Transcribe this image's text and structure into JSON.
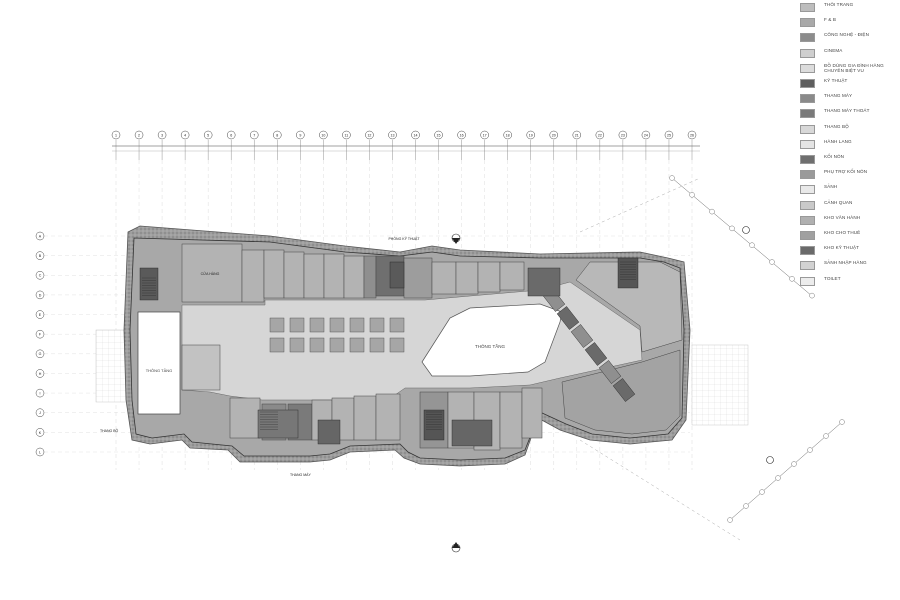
{
  "legend": [
    {
      "label": "THÔI TRANG",
      "color": "#bdbdbd"
    },
    {
      "label": "F & B",
      "color": "#a9a9a9"
    },
    {
      "label": "CÔNG NGHỆ - ĐIỆN",
      "color": "#8c8c8c"
    },
    {
      "label": "CINEMA",
      "color": "#cfcfcf"
    },
    {
      "label": "ĐỒ DÙNG GIA ĐÌNH HÀNG CHUYÊN BIỆT VU",
      "color": "#dcdcdc"
    },
    {
      "label": "KỸ THUẬT",
      "color": "#5e5e5e"
    },
    {
      "label": "THANG MÁY",
      "color": "#8a8a8a"
    },
    {
      "label": "THANG MÁY THOÁT",
      "color": "#7a7a7a"
    },
    {
      "label": "THANG BỘ",
      "color": "#d8d8d8"
    },
    {
      "label": "HÀNH LANG",
      "color": "#e4e4e4"
    },
    {
      "label": "KỐI NÓN",
      "color": "#6f6f6f"
    },
    {
      "label": "PHỤ TRỢ KỐI NÓN",
      "color": "#9a9a9a"
    },
    {
      "label": "SẢNH",
      "color": "#e9e9e9"
    },
    {
      "label": "CẢNH QUAN",
      "color": "#c9c9c9"
    },
    {
      "label": "KHO VĂN HÀNH",
      "color": "#b0b0b0"
    },
    {
      "label": "KHO CHO THUÊ",
      "color": "#a0a0a0"
    },
    {
      "label": "KHO KỸ THUẬT",
      "color": "#6a6a6a"
    },
    {
      "label": "SẢNH NHẬP HÀNG",
      "color": "#d2d2d2"
    },
    {
      "label": "TOILET",
      "color": "#ececec"
    }
  ],
  "grid_columns": [
    "1",
    "2",
    "3",
    "4",
    "5",
    "6",
    "7",
    "8",
    "9",
    "10",
    "11",
    "12",
    "13",
    "14",
    "15",
    "16",
    "17",
    "18",
    "19",
    "20",
    "21",
    "22",
    "23",
    "24",
    "25",
    "26"
  ],
  "grid_rows": [
    "A",
    "B",
    "C",
    "D",
    "E",
    "F",
    "G",
    "H",
    "I",
    "J",
    "K",
    "L"
  ],
  "plan_labels": {
    "atrium": "THÔNG TẦNG",
    "atrium_left": "THÔNG TẦNG",
    "main_shop": "CỬA HÀNG",
    "tech_room": "PHÒNG KỸ THUẬT",
    "stair_label": "THANG BỘ",
    "elevator_label": "THANG MÁY"
  }
}
